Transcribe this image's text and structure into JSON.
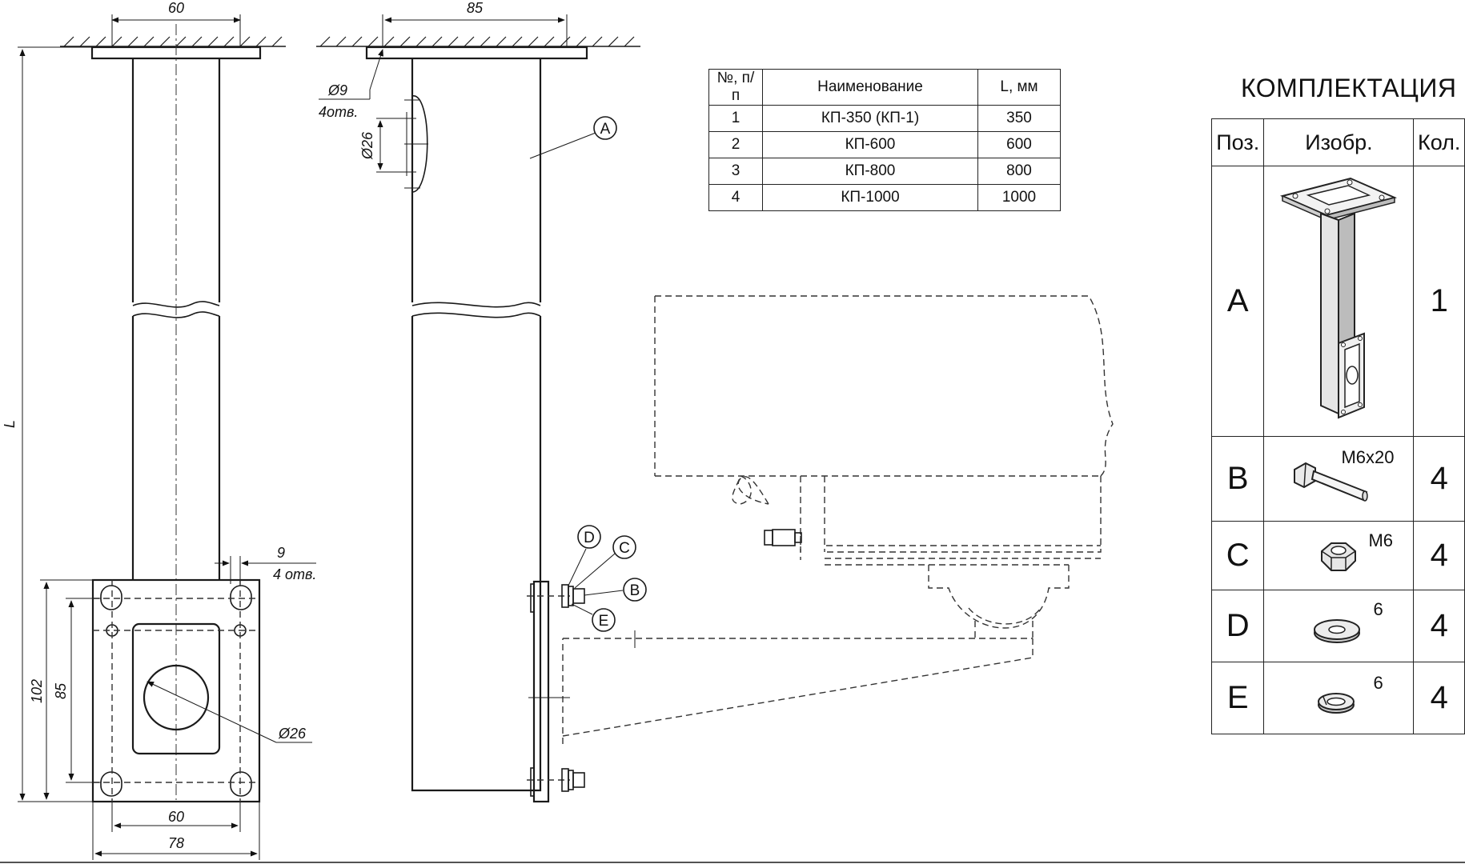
{
  "dims": {
    "top_left_width": "60",
    "top_right_width": "85",
    "height": "L",
    "hole_dia": "Ø9",
    "hole_count": "4отв.",
    "opening_dia_side": "Ø26",
    "slot_width": "9",
    "slot_count": "4 отв.",
    "plate_height": "102",
    "hole_spacing_v": "85",
    "opening_dia_front": "Ø26",
    "hole_spacing_h": "60",
    "plate_width": "78"
  },
  "callouts": [
    "A",
    "B",
    "C",
    "D",
    "E"
  ],
  "spec_table": {
    "headers": [
      "№, п/п",
      "Наименование",
      "L, мм"
    ],
    "rows": [
      [
        "1",
        "КП-350 (КП-1)",
        "350"
      ],
      [
        "2",
        "КП-600",
        "600"
      ],
      [
        "3",
        "КП-800",
        "800"
      ],
      [
        "4",
        "КП-1000",
        "1000"
      ]
    ]
  },
  "kit": {
    "title": "КОМПЛЕКТАЦИЯ",
    "headers": [
      "Поз.",
      "Изобр.",
      "Кол."
    ],
    "rows": [
      {
        "pos": "A",
        "note": "",
        "qty": "1",
        "image": "bracket"
      },
      {
        "pos": "B",
        "note": "М6х20",
        "qty": "4",
        "image": "bolt"
      },
      {
        "pos": "C",
        "note": "М6",
        "qty": "4",
        "image": "nut"
      },
      {
        "pos": "D",
        "note": "6",
        "qty": "4",
        "image": "washer"
      },
      {
        "pos": "E",
        "note": "6",
        "qty": "4",
        "image": "spring-washer"
      }
    ]
  }
}
